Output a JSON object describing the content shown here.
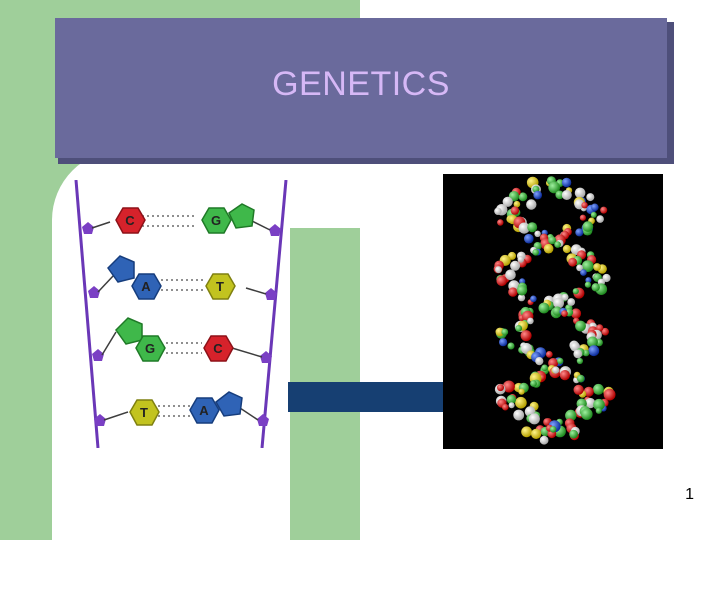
{
  "slide": {
    "title": "GENETICS",
    "page_number": "1"
  },
  "diagram": {
    "pairs": [
      {
        "left": "C",
        "right": "G"
      },
      {
        "left": "A",
        "right": "T"
      },
      {
        "left": "G",
        "right": "C"
      },
      {
        "left": "T",
        "right": "A"
      }
    ],
    "base_colors": {
      "C": "#d6222b",
      "G": "#3fb84a",
      "A": "#2f63b6",
      "T": "#c2c31f"
    },
    "backbone_color": "#6a37b7"
  },
  "colors": {
    "title_bg": "#6a6a9c",
    "title_text": "#d6b8f6",
    "green": "#9fcf9a",
    "navy": "#163f72"
  }
}
